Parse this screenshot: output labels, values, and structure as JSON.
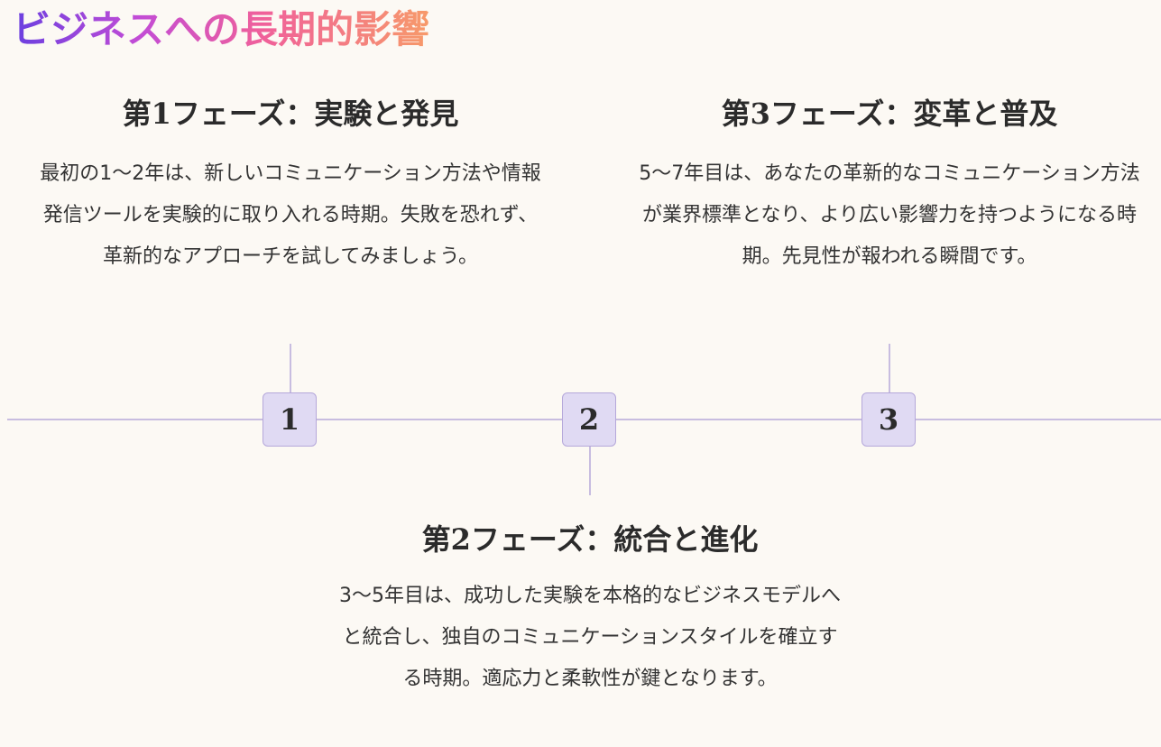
{
  "title": "ビジネスへの長期的影響",
  "colors": {
    "title_gradient": [
      "#6a3fe0",
      "#c24cd6",
      "#f0609a",
      "#f79a6a"
    ],
    "line": "#c8bde0",
    "marker_fill": "#e0daf3",
    "marker_border": "#b5a8da",
    "background": "#fcf9f4",
    "text": "#2b2b2b"
  },
  "phases": [
    {
      "number": "1",
      "title": "第1フェーズ：実験と発見",
      "description": "最初の1〜2年は、新しいコミュニケーション方法や情報発信ツールを実験的に取り入れる時期。失敗を恐れず、革新的なアプローチを試してみましょう。"
    },
    {
      "number": "2",
      "title": "第2フェーズ：統合と進化",
      "description": "3〜5年目は、成功した実験を本格的なビジネスモデルへと統合し、独自のコミュニケーションスタイルを確立する時期。適応力と柔軟性が鍵となります。"
    },
    {
      "number": "3",
      "title": "第3フェーズ：変革と普及",
      "description": "5〜7年目は、あなたの革新的なコミュニケーション方法が業界標準となり、より広い影響力を持つようになる時期。先見性が報われる瞬間です。"
    }
  ]
}
